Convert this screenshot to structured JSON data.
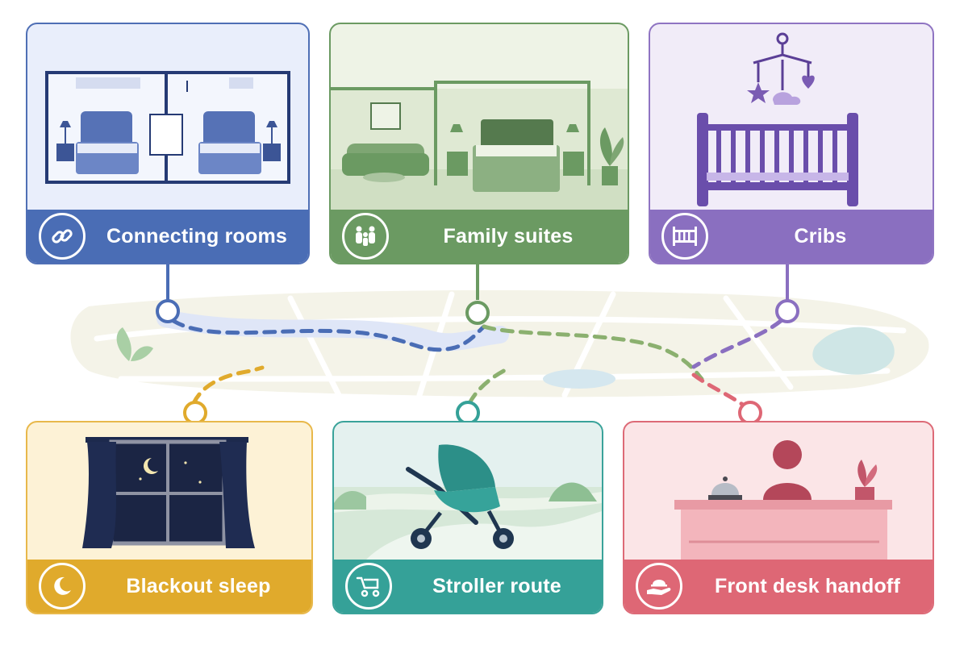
{
  "cards": {
    "connecting": {
      "label": "Connecting rooms",
      "icon": "link-icon",
      "color": "#4a6db5"
    },
    "family": {
      "label": "Family suites",
      "icon": "family-icon",
      "color": "#6b9a62"
    },
    "cribs": {
      "label": "Cribs",
      "icon": "crib-icon",
      "color": "#8a6fc0"
    },
    "blackout": {
      "label": "Blackout sleep",
      "icon": "moon-icon",
      "color": "#e0aa2c"
    },
    "stroller": {
      "label": "Stroller route",
      "icon": "stroller-icon",
      "color": "#35a198"
    },
    "frontdesk": {
      "label": "Front desk handoff",
      "icon": "hand-with-cloche-icon",
      "color": "#de6775"
    }
  }
}
